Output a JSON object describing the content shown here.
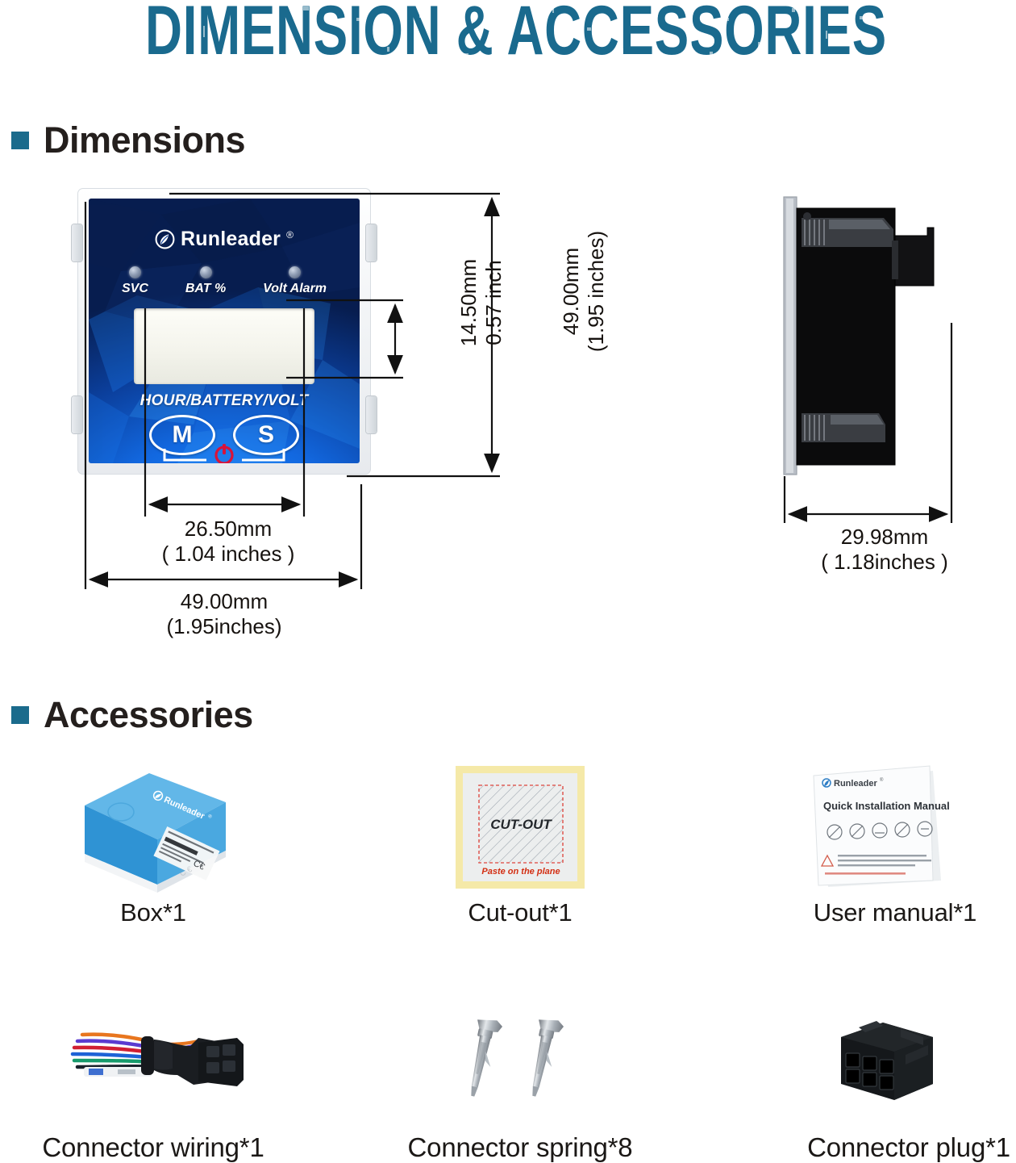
{
  "header": {
    "title": "DIMENSION  &  ACCESSORIES",
    "title_color": "#1a6a8e"
  },
  "sections": {
    "dimensions": {
      "label": "Dimensions",
      "bullet_color": "#1b6b8c"
    },
    "accessories": {
      "label": "Accessories",
      "bullet_color": "#1b6b8c"
    }
  },
  "device": {
    "brand": "Runleader",
    "registered_mark": "®",
    "leds": [
      {
        "name": "svc",
        "label": "SVC"
      },
      {
        "name": "bat",
        "label": "BAT %"
      },
      {
        "name": "volt",
        "label": "Volt Alarm"
      }
    ],
    "mode_line": "HOUR/BATTERY/VOLT",
    "buttons": [
      {
        "name": "mode-button",
        "label": "M"
      },
      {
        "name": "set-button",
        "label": "S"
      }
    ],
    "power_icon": "power-icon",
    "power_icon_color": "#d8133a",
    "face_color": "#0e46b4"
  },
  "dimensions": {
    "lcd_height": "14.50mm\n0.57 inch",
    "device_height": "49.00mm\n(1.95 inches)",
    "lcd_width": "26.50mm\n( 1.04 inches )",
    "device_width": "49.00mm\n(1.95inches)",
    "device_depth": "29.98mm\n( 1.18inches )"
  },
  "accessories": [
    {
      "name": "box",
      "label": "Box*1"
    },
    {
      "name": "cut-out",
      "label": "Cut-out*1"
    },
    {
      "name": "user-manual",
      "label": "User manual*1"
    },
    {
      "name": "connector-wiring",
      "label": "Connector wiring*1"
    },
    {
      "name": "connector-spring",
      "label": "Connector spring*8"
    },
    {
      "name": "connector-plug",
      "label": "Connector plug*1"
    }
  ],
  "cutout_sticker": {
    "title": "CUT-OUT",
    "note": "Paste on the plane",
    "note_color": "#d32f13",
    "border_color": "#f2e49a"
  },
  "manual": {
    "brand": "Runleader",
    "registered_mark": "®",
    "heading": "Quick Installation Manual"
  },
  "box_package": {
    "brand": "Runleader",
    "color": "#3b9fdd"
  }
}
